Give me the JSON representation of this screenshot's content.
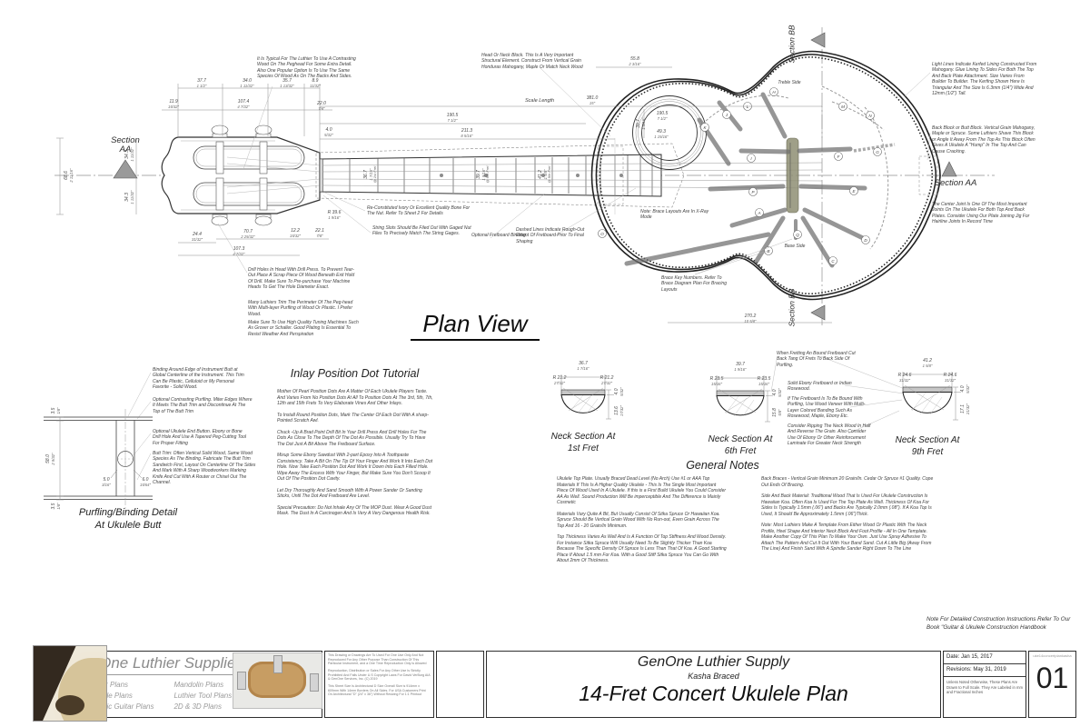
{
  "colors": {
    "line": "#2b2b2b",
    "dim_text": "#4a4a4a",
    "brace_fill": "#6f6f6f",
    "bridge_fill": "#8f8f74",
    "section_triangle": "#9a9a9a"
  },
  "plan": {
    "title": "Plan View",
    "scale_length_label": "Scale Length",
    "section_aa": "Section AA",
    "section_aa_1": "Section",
    "section_aa_2": "AA",
    "section_bb": "Section BB",
    "treble_side": "Treble Side",
    "base_side": "Base Side",
    "at_fret": [
      "@ 1st Fret",
      "@ 6th Fret",
      "@ 9th Fret"
    ],
    "braces": [
      "A",
      "B",
      "C",
      "D",
      "E",
      "F",
      "G",
      "H",
      "I",
      "J",
      "K",
      "L",
      "M",
      "N",
      "O",
      "P",
      "Q"
    ],
    "callouts": {
      "peghead_wood": "It Is Typical For The Luthier To Use A Contrasting Wood On The Peghead For Some Extra Detail. Also One Popular Option Is To Use The Same Species Of Wood As On The Backs And Sides.",
      "neck_block": "Head Or Neck Block. This Is A Very Important Structural Element. Construct From Vertical Grain Honduras Mahogany, Maple Or Match Neck Wood",
      "nut": "Re-Constituted Ivory Or Excellent Quality Bone For The Nut. Refer To Sheet 2 For Details",
      "string_slots": "String Slots Should Be Filed Out With Gaged Nut Files To Precisely Match The String Gages.",
      "fretboard_binding": "Optional Fretboard Binding.",
      "rough_out": "Dashed Lines Indicate Rough-Out Extent Of Fretboard Prior To Final Shaping",
      "drill_holes": "Drill Holes In Head With Drill Press. To Prevent Tear-Out Place A Scrap Piece Of Wood Beneath Exit Hold Of Drill. Make Sure To Pre-purchase Your Machine Heads To Get The Hole Diameter Exact.",
      "peghead_trim": "Many Luthiers Trim The Perimeter Of The Peg-head With Multi-layer Purfling of Wood Or Plastic. I Prefer Wood.",
      "tuning_machines": "Make Sure To Use High Quality Tuning Machines Such As Grover or Schaller. Good Plating Is Essential To Resist Weather And Perspiration",
      "xray": "Note: Brace Layouts Are In X-Ray Mode",
      "brace_key": "Brace Key Numbers. Refer To Brace Diagram Plan For Bracing Layouts",
      "kerfed_lining": "Light Lines Indicate Kerfed Lining Constructed From Mahogany. Glue Lining To Sides For Both The Top And Back Plate Attachment. Size Varies From Builder To Builder. The Kerfing Shown Here Is Triangular And The Size Is 6.3mm (1/4\") Wide And 12mm (1/2\") Tall.",
      "back_block": "Back Block or Butt Block. Vertical Grain Mahogany, Maple or Spruce. Some Luthiers Shave This Block or Angle It Away From The Top As This Block Often Gives A Ukulele A \"Hump\" In The Top And Can Cause Cracking.",
      "center_joint": "The Center Joint Is One Of The Most Important Joints On The Ukulele For Both Top And Back Plates. Consider Using Our Plate Joining Jig For Hairline Joints In Record Time"
    }
  },
  "dims": {
    "d37_7": {
      "mm": "37.7",
      "in": "1 1/2\""
    },
    "d34_0": {
      "mm": "34.0",
      "in": "1 11/32\""
    },
    "d35_7": {
      "mm": "35.7",
      "in": "1 13/32\""
    },
    "d8_9": {
      "mm": "8.9",
      "in": "11/32\""
    },
    "d11_9": {
      "mm": "11.9",
      "in": "15/32\""
    },
    "d107_4": {
      "mm": "107.4",
      "in": "4 7/32\""
    },
    "d22_0": {
      "mm": "22.0",
      "in": "7/8\""
    },
    "d4_0": {
      "mm": "4.0",
      "in": "5/32\""
    },
    "d190_5a": {
      "mm": "190.5",
      "in": "7 1/2\""
    },
    "d211_3": {
      "mm": "211.3",
      "in": "8 5/16\""
    },
    "d381": {
      "mm": "381.0",
      "in": "15\""
    },
    "d55_8": {
      "mm": "55.8",
      "in": "2 3/16\""
    },
    "d190_5b": {
      "mm": "190.5",
      "in": "7 1/2\""
    },
    "d49_3": {
      "mm": "49.3",
      "in": "1 15/16\""
    },
    "d39_7": {
      "mm": "39.7",
      "in": "1 9/16\""
    },
    "d270_2": {
      "mm": "270.2",
      "in": "10 5/8\""
    },
    "d68_6": {
      "mm": "68.6",
      "in": "2 11/16\""
    },
    "d34_3a": {
      "mm": "34.3",
      "in": "1 11/32\""
    },
    "d34_3b": {
      "mm": "34.3",
      "in": "1 11/32\""
    },
    "d24_4": {
      "mm": "24.4",
      "in": "31/32\""
    },
    "d70_7": {
      "mm": "70.7",
      "in": "2 25/32\""
    },
    "d107_3": {
      "mm": "107.3",
      "in": "4 7/32\""
    },
    "d12_2": {
      "mm": "12.2",
      "in": "15/32\""
    },
    "d22_1": {
      "mm": "22.1",
      "in": "7/8\""
    },
    "r39_6": {
      "mm": "R 39.6",
      "in": "1 9/16\""
    }
  },
  "purfling": {
    "title_1": "Purfling/Binding Detail",
    "title_2": "At Ukulele Butt",
    "notes": [
      "Binding Around Edge of Instrument Butt at Global Centerline of the Instrument. This Trim Can Be Plastic, Celluloid or My Personal Favorite - Solid Wood.",
      "Optional Contrasting Purfling. Miter Edges Where It Meets The Butt Trim and Discontinue At The Top of The Butt Trim",
      "Optional Ukulele End Button. Ebony or Bone Drill Hole And Use A Tapered Peg-Cutting Tool For Proper Fitting",
      "Butt Trim: Often Vertical Solid Wood, Same Wood Species As The Binding. Fabricate The Butt Trim Sandwich First, Layout On Centerline Of The Sides And Mark With A Sharp Woodworkers Marking Knife And Cut With A Router or Chisel Out The Channel."
    ],
    "dims": {
      "p3_5a": {
        "mm": "3.5",
        "in": "1/8\""
      },
      "p58_0": {
        "mm": "58.0",
        "in": "2 9/32\""
      },
      "p3_5b": {
        "mm": "3.5",
        "in": "1/8\""
      },
      "p5_0": {
        "mm": "5.0",
        "in": "3/16\""
      },
      "p6_0": {
        "mm": "6.0",
        "in": "15/64\""
      }
    }
  },
  "tutorial": {
    "title": "Inlay Position Dot Tutorial",
    "paragraphs": [
      "Mother Of Pearl Position Dots Are A Matter Of Each Ukulele Players Taste. And Varies From No Position Dots At All To Position Dots At The 3rd, 5th, 7th, 12th and 15th Frets To Very Elaborate Vines And Other Inlays.",
      "To Install Round Position Dots, Mark The Center Of Each Dot With A sharp-Pointed Scratch Awl.",
      "Chuck -Up A Brad Point Drill Bit In Your Drill Press And Drill Holes For The Dots As Close To The Depth Of The Dot As Possible. Usually Try To Have The Dot Just A Bit Above The Fretboard Surface.",
      "Mixup Some Ebony Sawdust With 2-part Epoxy Into A Toothpaste Consistency. Take A Bit On The Tip Of Your Finger And Work It Into Each Dot Hole. Now Take Each Position Dot And Work It Down Into Each Filled Hole. Wipe Away The Excess With Your Finger, But Make Sure You Don't Scoop It Out Of The Position Dot Cavity.",
      "Let Dry Thoroughly And Sand Smooth With A Power Sander Or Sanding Sticks, Until The Dot And Fretboard Are Level.",
      "Special Precaution: Do Not Inhale Any Of The MOP Dust. Wear A Good Dust Mask. The Dust In A Carcinogen And Is Very A Very Dangerous Health Risk."
    ]
  },
  "general": {
    "title": "General Notes",
    "col1": [
      "Ukulele Top Plate. Usually Braced Dead Level (No Arch) Use  #1 or AAA Top Materials If This Is A Higher Quality Ukulele - This Is The Single Most Important Piece Of Wood Used In A Ukulele. If this is a First Build Ukulele You Could Consider AA As Well. Sound Production Will Be imperceptible And The Difference is Mainly Cosmetic",
      "Materials Vary Quite A Bit, But Usually Consist Of Sitka Spruce Or Hawaiian Koa. Spruce Should Be Vertical Grain Wood With No Run-out, Even Grain Across The Top And 16 - 20 Grain/In Minimum.",
      "Top Thickness Varies As Well And Is A Function Of Top Stiffness And Wood Density. For Instance Sitka Spruce Will Usually Need To Be Slightly Thicker Than Koa Because The Specific Density Of Spruce Is Less Than That Of Koa. A Good Starting Place If About 1.5 mm For Koa. With a Good Stiff Sitka Spruce You Can Go With About 2mm Of Thickness."
    ],
    "col2": [
      "Back Braces - Vertical Grain Minimum 20 Grain/In. Cedar Or Spruce #1 Quality. Cope Out Ends Of Bracing.",
      "Side And Back Material: Traditional Wood That Is Used For Ukulele Construction Is Hawaiian Koa. Often Koa Is Used For The Top Plate As Well. Thickness Of Koa For Sides Is Typically 1.5mm (.06\") and Backs Are Typically 2.0mm (.08\"). If A Koa Top Is Used, It Should Be Approximately 1.5mm (.06\")Thick.",
      "Note: Most Luthiers Make A Template From Either Wood Or Plastic With The Neck Profile, Heel Shape And Interior Neck Block And Foot Profile - All In One Template. Make Another Copy Of This Plan To Make Your Own. Just Use Spray Adhesive To Attach The Pattern And Cut It Out With Your Band Sand. Cut A Little Big (Away From The Line) And Finish Sand With A Spindle Sander Right Down To The Line"
    ]
  },
  "neck_sections": [
    {
      "caption_1": "Neck Section At",
      "caption_2": "1st Fret",
      "width": {
        "mm": "36.7",
        "in": "1 7/16\""
      },
      "r_left": {
        "mm": "R 21.2",
        "in": "27/32\""
      },
      "r_right": {
        "mm": "R 21.2",
        "in": "27/32\""
      },
      "thickness": {
        "mm": "4.0",
        "in": "5/32\""
      },
      "depth": {
        "mm": "13.6",
        "in": "17/32\""
      }
    },
    {
      "caption_1": "Neck Section At",
      "caption_2": "6th Fret",
      "width": {
        "mm": "39.7",
        "in": "1 9/16\""
      },
      "r_left": {
        "mm": "R 23.5",
        "in": "15/16\""
      },
      "r_right": {
        "mm": "R 23.5",
        "in": "15/16\""
      },
      "thickness": {
        "mm": "4.0",
        "in": "5/32\""
      },
      "depth": {
        "mm": "15.8",
        "in": "5/8\""
      }
    },
    {
      "caption_1": "Neck Section At",
      "caption_2": "9th Fret",
      "width": {
        "mm": "41.2",
        "in": "1 5/8\""
      },
      "r_left": {
        "mm": "R 24.6",
        "in": "31/32\""
      },
      "r_right": {
        "mm": "R 24.6",
        "in": "31/32\""
      },
      "thickness": {
        "mm": "4.0",
        "in": "5/32\""
      },
      "depth": {
        "mm": "17.1",
        "in": "21/32\""
      }
    }
  ],
  "fret_notes": {
    "fretting": "When Fretting An Bound Fretboard Cut Back Tang Of Frets To Back Side Of Purfling.",
    "ebony": "Solid Ebony Fretboard or Indian Rosewood.",
    "bound": "If The Fretboard Is To Be Bound With Purfling, Use Wood Veneer With Multi-Layer Colored Banding Such As Rosewood, Maple, Ebony Etc.",
    "ripping": "Consider Ripping The Neck Wood In Half And Reverse The Grain. Also Consider Use Of Ebony Or Other Reinforcement Laminate For Greater Neck Strength"
  },
  "footer_note": "Note For Detailed Construction Instructions Refer To Our Book \"Guitar & Ukulele Construction Handbook",
  "title_block": {
    "logo_title": "GenOne Luthier Supplies",
    "categories_col1": [
      "Guitar Plans",
      "Ukulele Plans",
      "Electric Guitar Plans"
    ],
    "categories_col2": [
      "Mandolin Plans",
      "Luthier Tool Plans",
      "2D & 3D Plans"
    ],
    "legal_1": "This Drawing or Drawings Are To Used For One Use Only And Not Reproduced For Any Other Purpose Than Construction Of This Particular Instrument, and a One Time Reproduction Only is Allowed",
    "legal_2": "Reproduction, Distribution or Sales For Any Other Use Is Strictly Prohibited And Falls Under U.S Copyright Laws For David VerBurg AIA & GenOne Services, Inc. (C) 2019",
    "legal_3": "This Sheet Size Is Architectural D Size Overall Size is 914mm x 609mm With 14mm Borders On All Sides. For USA Customers Print On Architectural \"D\" (24\" x 36\") Without Resizing For 1:1 Printout",
    "company": "GenOne Luthier Supply",
    "subtitle": "Kasha Braced",
    "plan_name": "14-Fret Concert Ukulele Plan",
    "date": "Date: Jan 15, 2017",
    "revisions": "Revisions: May 31, 2019",
    "scale_note": "Unless Noted Otherwise, These Plans Are Drawn to Full Scale. They Are Labeled in mm and Fractional Inches",
    "file_code": "uke14concertplankasha",
    "sheet_number": "01"
  }
}
